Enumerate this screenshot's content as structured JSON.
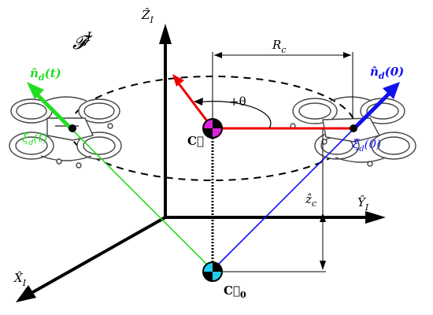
{
  "frame_label": "𝓕",
  "frame_sup": "I",
  "axis_z": "Ẑ",
  "axis_z_sub": "I",
  "axis_y": "Ŷ",
  "axis_y_sub": "I",
  "axis_x": "X̂",
  "axis_x_sub": "I",
  "radius_label": "R",
  "radius_sub": "c",
  "angle_label": "+θ",
  "center_label": "C⃗",
  "center0_label": "C⃗",
  "center0_sub": "0",
  "height_label": "ẑ",
  "height_sub": "c",
  "nd_t_label": "n̂",
  "nd_t_sub": "d",
  "nd_t_arg": "(t)",
  "ed_t_label": "ξ̂",
  "ed_t_sub": "d",
  "ed_t_arg": "(t)",
  "nd_0_label": "n̂",
  "nd_0_sub": "d",
  "nd_0_arg": "(0)",
  "ed_0_label": "ξ̂",
  "ed_0_sub": "d",
  "ed_0_arg": "(0)",
  "colors": {
    "green": "#22dd22",
    "blue": "#1111ee",
    "red": "#ee0000",
    "magenta": "#dd22dd",
    "cyan": "#22ccee",
    "black": "#000000"
  }
}
